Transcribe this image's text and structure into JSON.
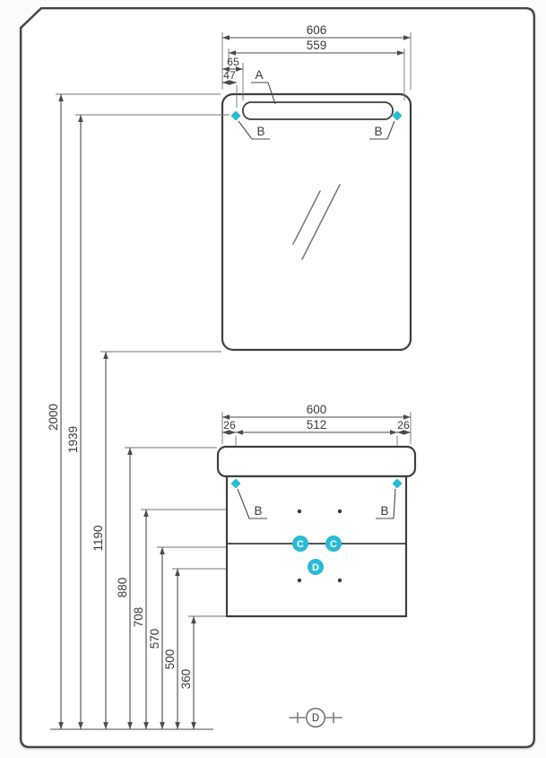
{
  "colors": {
    "line": "#3f3f3f",
    "accent": "#2bbad8"
  },
  "mirror": {
    "width_total": "606",
    "width_light": "559",
    "offset_light": "65",
    "offset_mount": "47",
    "label_light": "A",
    "mount_left": "B",
    "mount_right": "B"
  },
  "cabinet": {
    "width_total": "600",
    "width_mounts": "512",
    "offset_left": "26",
    "offset_right": "26",
    "mount_left": "B",
    "mount_right": "B",
    "fitting_left": "C",
    "fitting_right": "C",
    "fitting_center": "D"
  },
  "heights": [
    "2000",
    "1939",
    "1190",
    "880",
    "708",
    "570",
    "500",
    "360"
  ],
  "floor": {
    "drain": "D"
  }
}
